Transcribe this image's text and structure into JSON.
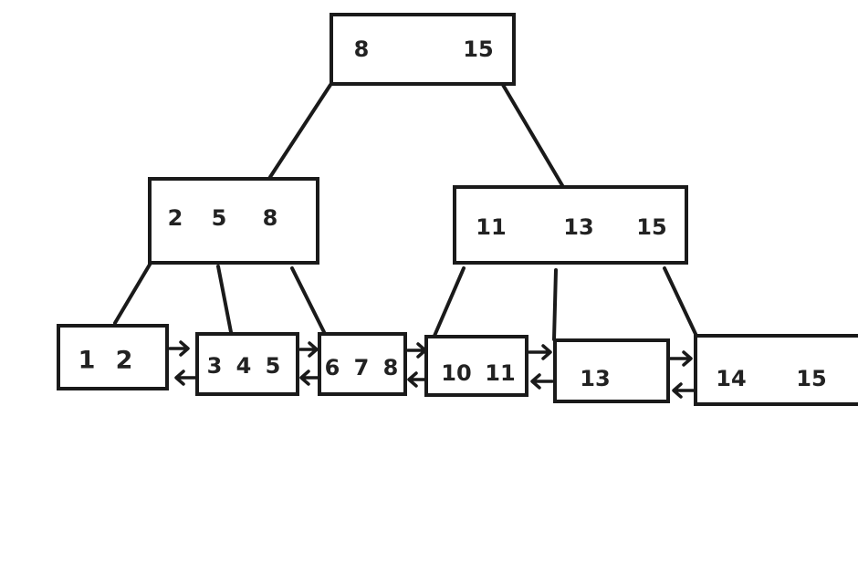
{
  "tree": {
    "root": {
      "keys": [
        "8",
        "15"
      ]
    },
    "internal": [
      {
        "keys": [
          "2",
          "5",
          "8"
        ]
      },
      {
        "keys": [
          "11",
          "13",
          "15"
        ]
      }
    ],
    "leaves": [
      {
        "keys": [
          "1",
          "2"
        ]
      },
      {
        "keys": [
          "3",
          "4",
          "5"
        ]
      },
      {
        "keys": [
          "6",
          "7",
          "8"
        ]
      },
      {
        "keys": [
          "10",
          "11"
        ]
      },
      {
        "keys": [
          "13"
        ]
      },
      {
        "keys": [
          "14",
          "15"
        ]
      }
    ],
    "leaf_links": "bidirectional"
  }
}
